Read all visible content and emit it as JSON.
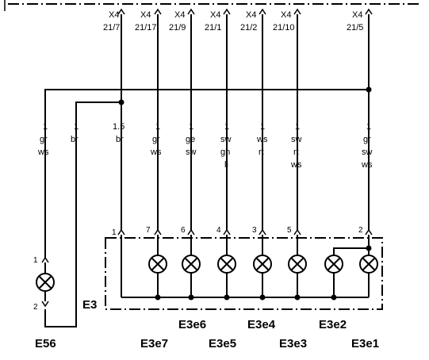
{
  "connectors": [
    {
      "line1": "X4",
      "line2": "21/7"
    },
    {
      "line1": "X4",
      "line2": "21/17"
    },
    {
      "line1": "X4",
      "line2": "21/9"
    },
    {
      "line1": "X4",
      "line2": "21/1"
    },
    {
      "line1": "X4",
      "line2": "21/2"
    },
    {
      "line1": "X4",
      "line2": "21/10"
    },
    {
      "line1": "X4",
      "line2": "21/5"
    }
  ],
  "wires": [
    {
      "size": "1",
      "c1": "gr",
      "c2": "ws",
      "c3": ""
    },
    {
      "size": "1",
      "c1": "br",
      "c2": "",
      "c3": ""
    },
    {
      "size": "1.5",
      "c1": "br",
      "c2": "",
      "c3": ""
    },
    {
      "size": "1",
      "c1": "gr",
      "c2": "ws",
      "c3": ""
    },
    {
      "size": "1",
      "c1": "ge",
      "c2": "sw",
      "c3": ""
    },
    {
      "size": "1",
      "c1": "sw",
      "c2": "gn",
      "c3": "li"
    },
    {
      "size": "1",
      "c1": "ws",
      "c2": "rt",
      "c3": ""
    },
    {
      "size": "1",
      "c1": "sw",
      "c2": "rt",
      "c3": "ws"
    },
    {
      "size": "1",
      "c1": "gr",
      "c2": "sw",
      "c3": "ws"
    }
  ],
  "pins": [
    "1",
    "7",
    "6",
    "4",
    "3",
    "5",
    "2"
  ],
  "e56_pins": [
    "1",
    "2"
  ],
  "components": {
    "e3": "E3",
    "e56": "E56",
    "e3e7": "E3e7",
    "e3e6": "E3e6",
    "e3e5": "E3e5",
    "e3e4": "E3e4",
    "e3e3": "E3e3",
    "e3e2": "E3e2",
    "e3e1": "E3e1"
  }
}
